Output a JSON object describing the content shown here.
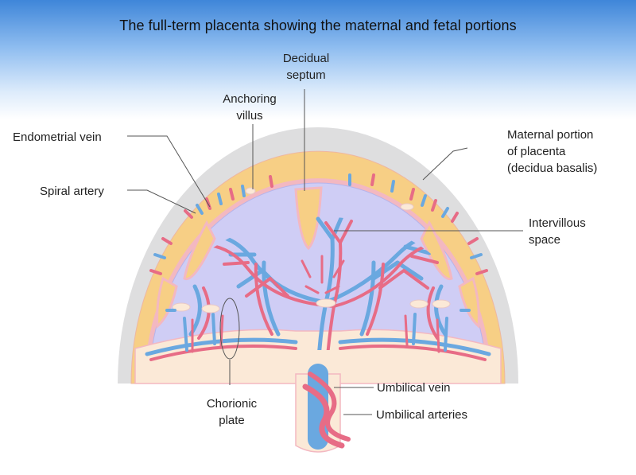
{
  "title": "The full-term placenta showing the maternal and fetal portions",
  "labels": {
    "decidual_septum": "Decidual\nseptum",
    "anchoring_villus": "Anchoring\nvillus",
    "endometrial_vein": "Endometrial vein",
    "spiral_artery": "Spiral artery",
    "maternal_portion": "Maternal portion\nof placenta\n(decidua basalis)",
    "intervillous_space": "Intervillous\nspace",
    "chorionic_plate": "Chorionic\nplate",
    "umbilical_vein": "Umbilical vein",
    "umbilical_arteries": "Umbilical arteries"
  },
  "colors": {
    "uterine_wall": "#dededf",
    "decidua": "#f7cf85",
    "intervillous_space": "#cfcdf5",
    "artery": "#e76c86",
    "vein": "#6aa8e0",
    "chorionic_plate": "#fbe9d7"
  }
}
